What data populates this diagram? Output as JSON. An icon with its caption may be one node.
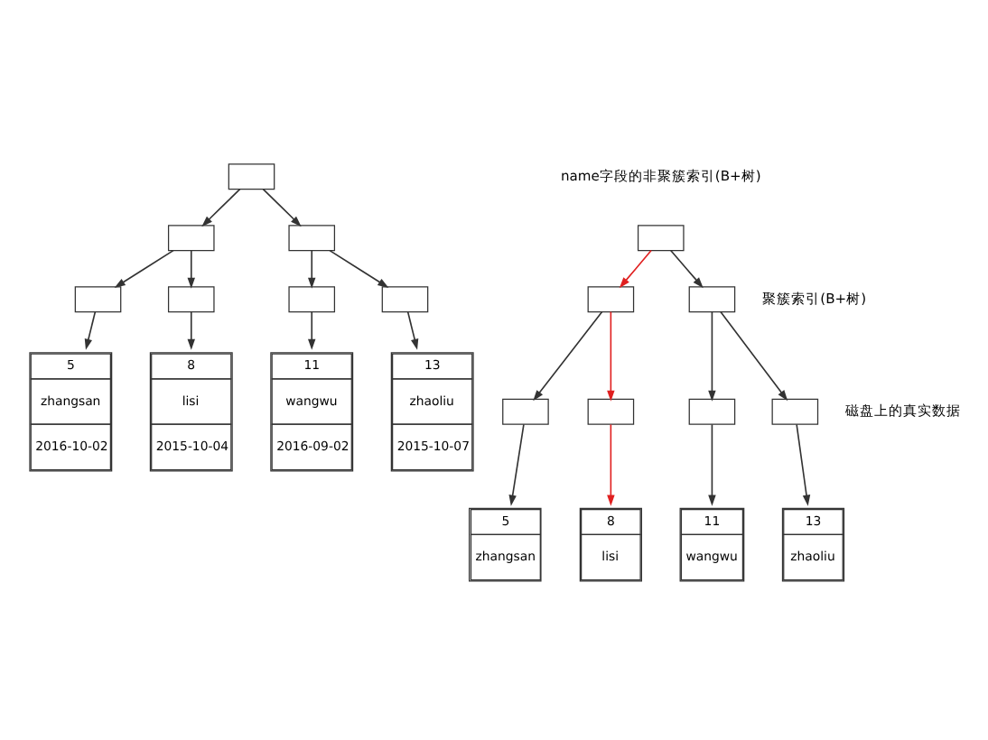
{
  "diagram": {
    "nodes": [
      {
        "text": [],
        "shape": "box"
      },
      {
        "text": [],
        "shape": "box"
      },
      {
        "text": [],
        "shape": "box"
      },
      {
        "text": [],
        "shape": "box"
      },
      {
        "text": [],
        "shape": "box"
      },
      {
        "text": [],
        "shape": "box"
      },
      {
        "text": [],
        "shape": "box"
      },
      {
        "text": [
          "5",
          "zhangsan",
          "2016-10-02"
        ]
      },
      {
        "text": [
          "8",
          "lisi",
          "2015-10-04"
        ]
      },
      {
        "text": [
          "11",
          "wangwu",
          "2016-09-02"
        ]
      },
      {
        "text": [
          "13",
          "zhaoliu",
          "2015-10-07"
        ]
      },
      {
        "text": [],
        "shape": "box"
      },
      {
        "text": [],
        "shape": "box"
      },
      {
        "text": [],
        "shape": "box"
      },
      {
        "text": [],
        "shape": "box"
      },
      {
        "text": [],
        "shape": "box"
      },
      {
        "text": [],
        "shape": "box"
      },
      {
        "text": [],
        "shape": "box"
      },
      {
        "text": [
          "5",
          "zhangsan"
        ]
      },
      {
        "text": [
          "8",
          "lisi"
        ]
      },
      {
        "text": [
          "11",
          "wangwu"
        ]
      },
      {
        "text": [
          "13",
          "zhaoliu"
        ]
      }
    ],
    "edges": [
      {
        "from": 0,
        "to": 1,
        "arrow": "to"
      },
      {
        "from": 0,
        "to": 2,
        "arrow": "to"
      },
      {
        "from": 1,
        "to": 3,
        "arrow": "to"
      },
      {
        "from": 1,
        "to": 4,
        "arrow": "to"
      },
      {
        "from": 2,
        "to": 5,
        "arrow": "to"
      },
      {
        "from": 2,
        "to": 6,
        "arrow": "to"
      },
      {
        "from": 3,
        "to": 7,
        "arrow": "to"
      },
      {
        "from": 4,
        "to": 8,
        "arrow": "to"
      },
      {
        "from": 5,
        "to": 9,
        "arrow": "to"
      },
      {
        "from": 6,
        "to": 10,
        "arrow": "to"
      },
      {
        "from": 11,
        "to": 12,
        "arrow": "to",
        "color": "#e02020"
      },
      {
        "from": 11,
        "to": 13,
        "arrow": "to"
      },
      {
        "from": 12,
        "to": 14,
        "arrow": "to"
      },
      {
        "from": 12,
        "to": 15,
        "arrow": "to",
        "color": "#e02020"
      },
      {
        "from": 13,
        "to": 16,
        "arrow": "to"
      },
      {
        "from": 13,
        "to": 17,
        "arrow": "to"
      },
      {
        "from": 14,
        "to": 18,
        "arrow": "to"
      },
      {
        "from": 15,
        "to": 19,
        "arrow": "to",
        "color": "#e02020"
      },
      {
        "from": 16,
        "to": 20,
        "arrow": "to"
      },
      {
        "from": 17,
        "to": 21,
        "arrow": "to"
      }
    ],
    "labels": [
      "name字段的非聚簇索引(B+树)",
      "聚簇索引(B+树)",
      "磁盘上的真实数据"
    ]
  }
}
